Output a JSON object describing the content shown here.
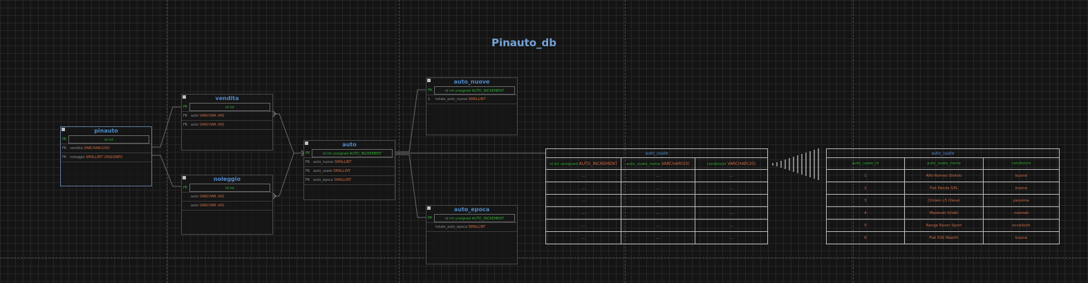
{
  "title": "Pinauto_db",
  "tables": {
    "pinauto": {
      "name": "pinauto",
      "pk": {
        "key": "PK",
        "text": "id int"
      },
      "rows": [
        {
          "key": "FK",
          "col": "vendita",
          "type": "VARCHAR(100)"
        },
        {
          "key": "FK",
          "col": "noleggio",
          "type": "SMALLINT UNSIGNED"
        }
      ]
    },
    "vendita": {
      "name": "vendita",
      "pk": {
        "key": "PK",
        "text": "id int"
      },
      "rows": [
        {
          "key": "FK",
          "col": "auto",
          "type": "VARCHAR (40)"
        },
        {
          "key": "FK",
          "col": "auto",
          "type": "VARCHAR (40)"
        }
      ]
    },
    "noleggio": {
      "name": "noleggio",
      "pk": {
        "key": "PK",
        "text": "id int"
      },
      "rows": [
        {
          "key": "",
          "col": "auto",
          "type": "VARCHAR (40)"
        },
        {
          "key": "",
          "col": "auto",
          "type": "VARCHAR (40)"
        }
      ]
    },
    "auto": {
      "name": "auto",
      "pk": {
        "key": "PK",
        "text": "id int unsigned AUTO_INCREMENT"
      },
      "rows": [
        {
          "key": "FK",
          "col": "auto_nuove",
          "type": "SMALLINT"
        },
        {
          "key": "FK",
          "col": "auto_usate",
          "type": "SMALLINT"
        },
        {
          "key": "FK",
          "col": "auto_epoca",
          "type": "SMALLINT"
        }
      ]
    },
    "auto_nuove": {
      "name": "auto_nuove",
      "pk": {
        "key": "PK",
        "text": "id int unsigned AUTO_INCREMENT"
      },
      "rows": [
        {
          "key": "1",
          "col": "totale_auto_nuove",
          "type": "SMALLINT"
        }
      ]
    },
    "auto_epoca": {
      "name": "auto_epoca",
      "pk": {
        "key": "PK",
        "text": "id int unsigned AUTO_INCREMENT"
      },
      "rows": [
        {
          "key": "",
          "col": "totale_auto_epoca",
          "type": "SMALLINT"
        }
      ]
    }
  },
  "auto_usate_schema": {
    "caption": "auto_usate",
    "headers": [
      {
        "name": "id int unsigned",
        "type": "AUTO_INCREMENT"
      },
      {
        "name": "auto_usate_nome",
        "type": "VARCHAR(50)"
      },
      {
        "name": "condizioni",
        "type": "VARCHAR(20)"
      }
    ],
    "rows": [
      [
        "...",
        "...",
        "..."
      ],
      [
        "...",
        "...",
        "..."
      ],
      [
        "...",
        "...",
        "..."
      ],
      [
        "...",
        "...",
        "..."
      ],
      [
        "...",
        "...",
        "..."
      ],
      [
        "...",
        "...",
        "..."
      ]
    ]
  },
  "auto_usate_data": {
    "caption": "auto_usate",
    "headers": [
      "auto_usate_id",
      "auto_usate_nome",
      "condizioni"
    ],
    "rows": [
      [
        "1",
        "Alfa Romeo Stelvio",
        "buone"
      ],
      [
        "2",
        "Fiat Panda GPL",
        "buone"
      ],
      [
        "3",
        "Citroen c5 Diesel",
        "pessime"
      ],
      [
        "4",
        "Maserati Ghibli",
        "normali"
      ],
      [
        "5",
        "Range Rover Sport",
        "eccellenti"
      ],
      [
        "6",
        "Fiat 500 Abarth",
        "buone"
      ]
    ]
  },
  "colors": {
    "background": "#141414",
    "title": "#74a2d6",
    "table_name": "#4f8ac9",
    "pk_text": "#33b233",
    "type_text": "#d06b43",
    "border": "#4b4b4b"
  }
}
